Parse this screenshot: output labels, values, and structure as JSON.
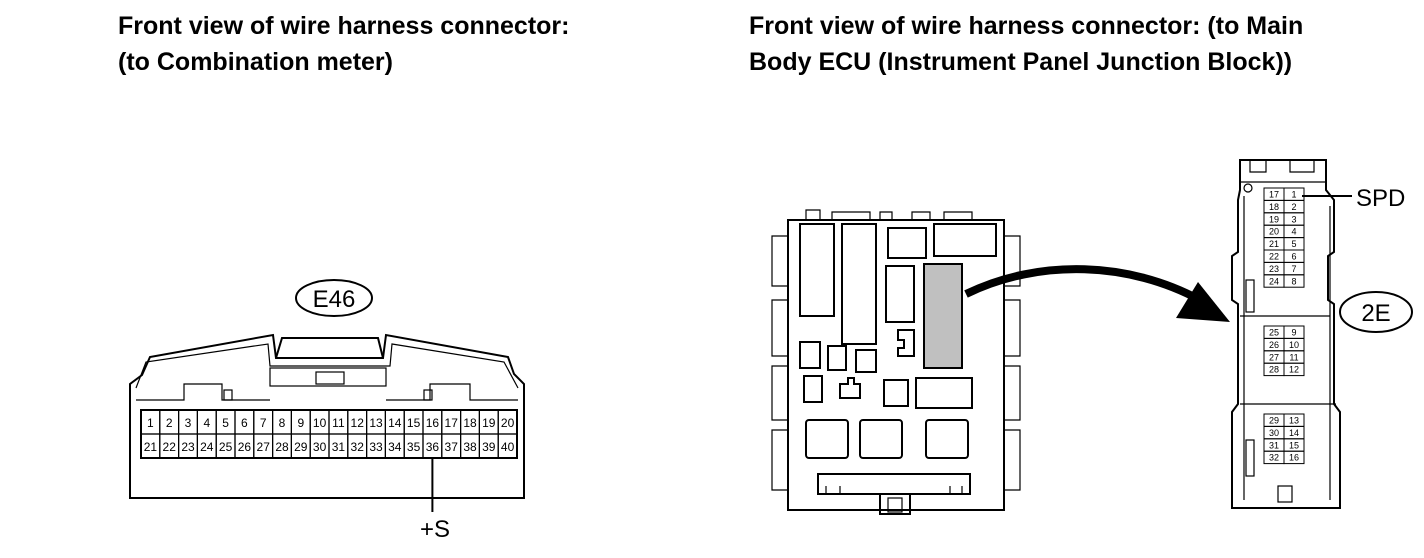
{
  "left_connector": {
    "title_line1": "Front view of wire harness connector:",
    "title_line2": "(to Combination meter)",
    "connector_code": "E46",
    "pins_top": [
      "1",
      "2",
      "3",
      "4",
      "5",
      "6",
      "7",
      "8",
      "9",
      "10",
      "11",
      "12",
      "13",
      "14",
      "15",
      "16",
      "17",
      "18",
      "19",
      "20"
    ],
    "pins_bottom": [
      "21",
      "22",
      "23",
      "24",
      "25",
      "26",
      "27",
      "28",
      "29",
      "30",
      "31",
      "32",
      "33",
      "34",
      "35",
      "36",
      "37",
      "38",
      "39",
      "40"
    ],
    "terminal_label": "+S",
    "terminal_pin": "36"
  },
  "right_connector": {
    "title_line1": "Front view of wire harness connector: (to Main",
    "title_line2": "Body ECU (Instrument Panel Junction Block))",
    "connector_code": "2E",
    "terminal_label": "SPD",
    "terminal_pin": "1",
    "highlight_color": "#c0c0c0",
    "pin_rows": [
      [
        "17",
        "1"
      ],
      [
        "18",
        "2"
      ],
      [
        "19",
        "3"
      ],
      [
        "20",
        "4"
      ],
      [
        "21",
        "5"
      ],
      [
        "22",
        "6"
      ],
      [
        "23",
        "7"
      ],
      [
        "24",
        "8"
      ],
      [
        "25",
        "9"
      ],
      [
        "26",
        "10"
      ],
      [
        "27",
        "11"
      ],
      [
        "28",
        "12"
      ],
      [
        "29",
        "13"
      ],
      [
        "30",
        "14"
      ],
      [
        "31",
        "15"
      ],
      [
        "32",
        "16"
      ]
    ]
  }
}
